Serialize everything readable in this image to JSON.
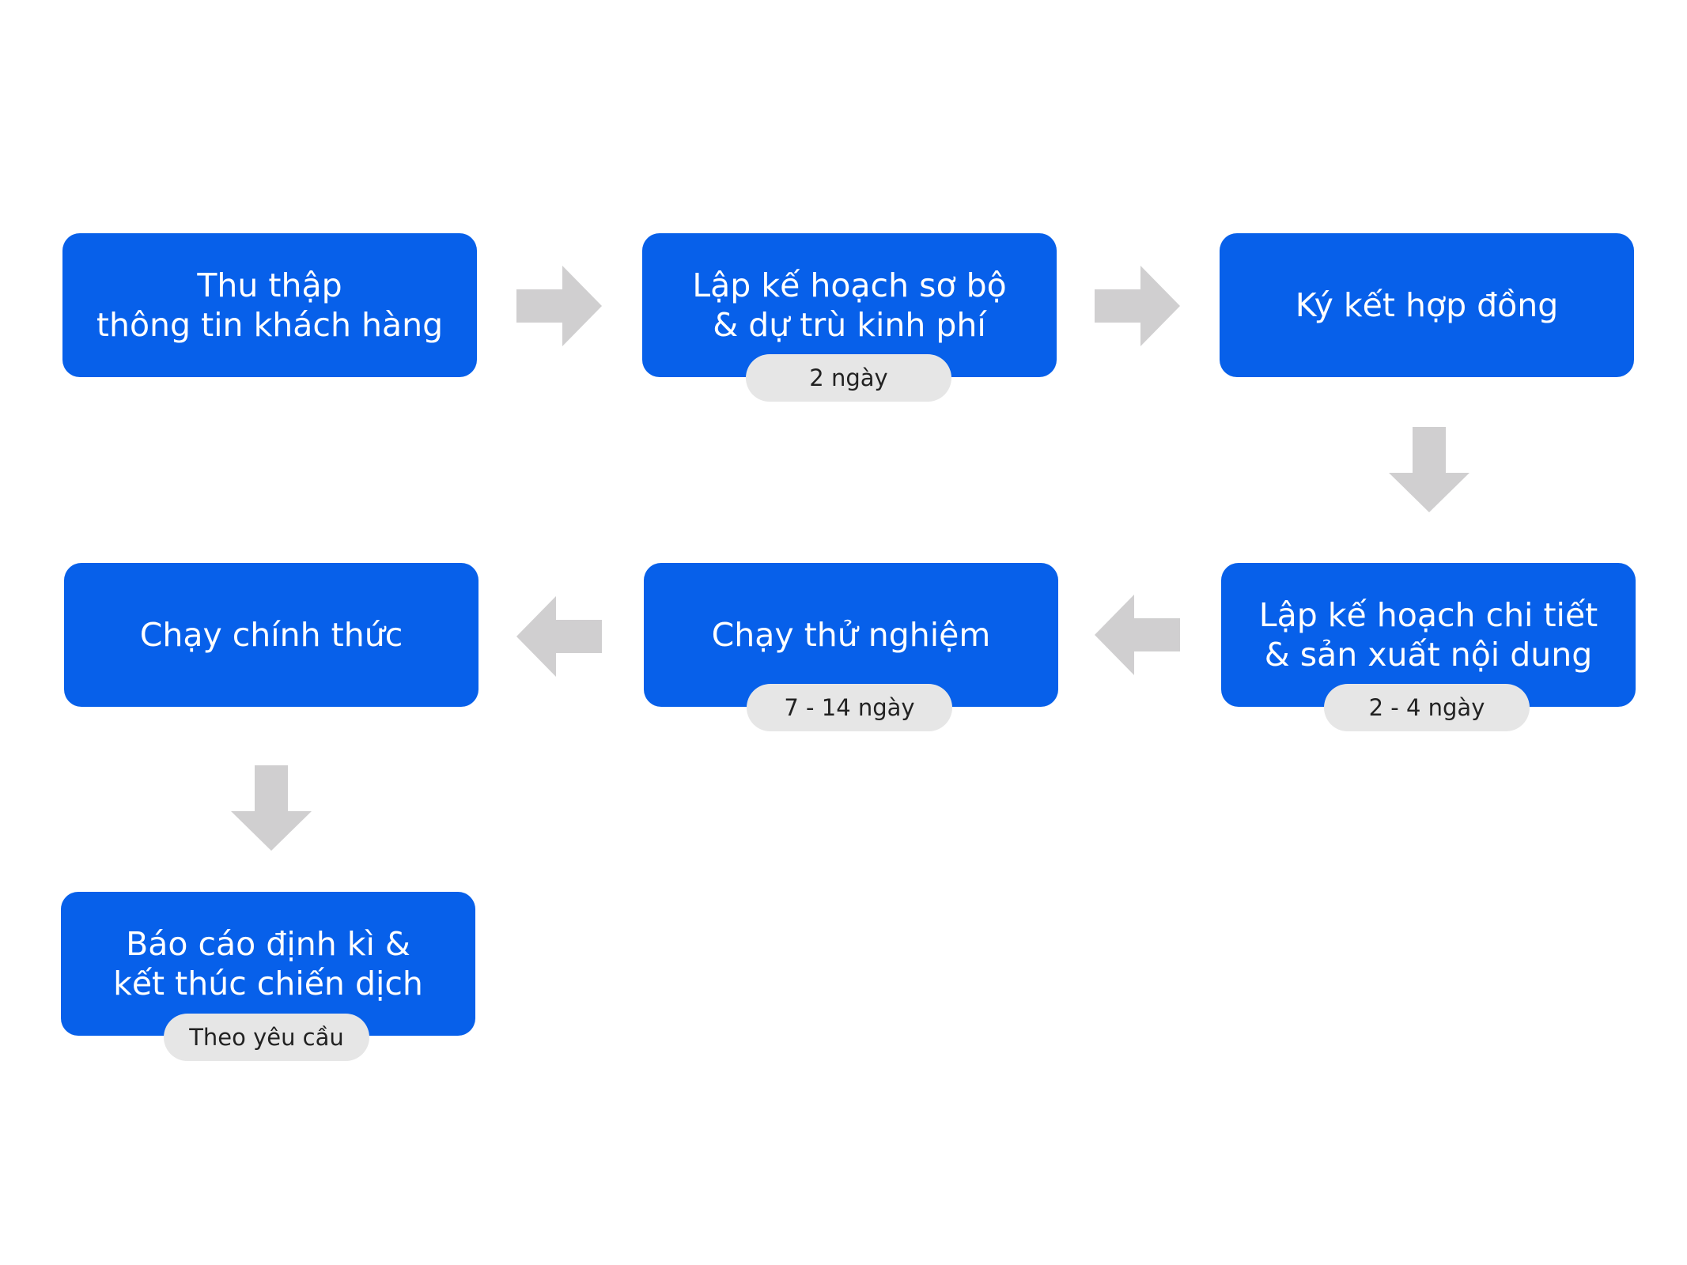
{
  "steps": [
    {
      "label": "Thu thập\nthông tin khách hàng"
    },
    {
      "label": "Lập kế hoạch sơ bộ\n& dự trù kinh phí",
      "duration": "2 ngày"
    },
    {
      "label": "Ký kết hợp đồng"
    },
    {
      "label": "Lập kế hoạch chi tiết\n& sản xuất nội dung",
      "duration": "2 - 4 ngày"
    },
    {
      "label": "Chạy thử nghiệm",
      "duration": "7 - 14 ngày"
    },
    {
      "label": "Chạy chính thức"
    },
    {
      "label": "Báo cáo định kì &\nkết thúc chiến dịch",
      "duration": "Theo yêu cầu"
    }
  ],
  "colors": {
    "box": "#0760ea",
    "badge": "#e6e6e6",
    "arrow": "#d0cfd0"
  }
}
